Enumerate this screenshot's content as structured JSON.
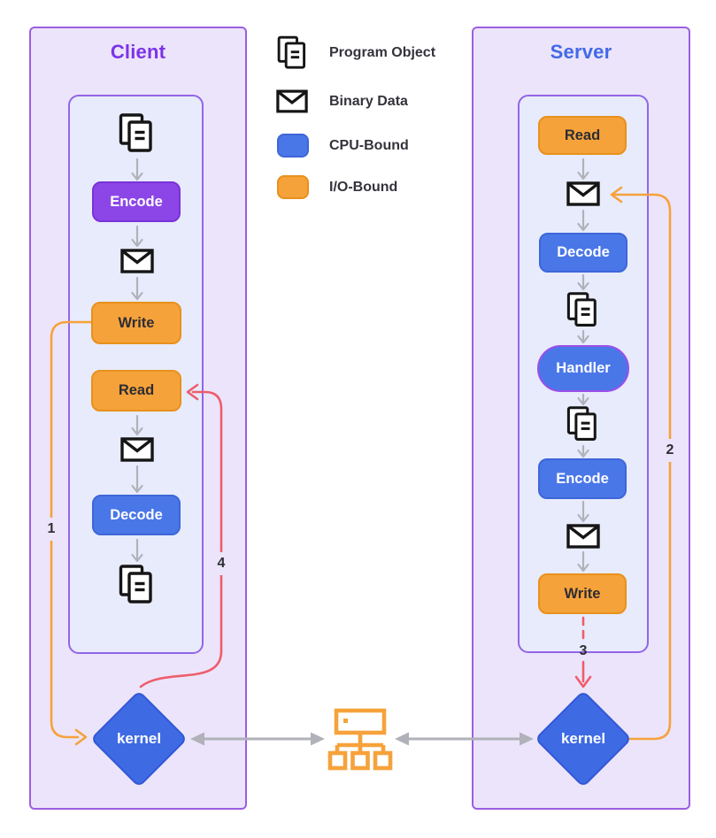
{
  "colors": {
    "page_bg": "#FFFFFF",
    "panel_bg": "#ECE4FA",
    "panel_border": "#9B5FE0",
    "flow_bg": "#E7EBFB",
    "flow_border": "#9265E8",
    "client_title": "#7C33E8",
    "server_title": "#4169E8",
    "purple_node": "#8C46E8",
    "blue_node": "#4A77E8",
    "orange_node": "#F6A23B",
    "diamond_fill": "#3E6AE3",
    "handler_border": "#9B4FE8",
    "gray": "#B1B1BA",
    "orange_line": "#F6A23B",
    "red_line": "#EE5D6C",
    "icon_black": "#151515",
    "text_dark": "#2D2D33"
  },
  "legend": {
    "items": [
      {
        "icon": "program-object-icon",
        "label": "Program Object"
      },
      {
        "icon": "binary-data-icon",
        "label": "Binary Data"
      },
      {
        "icon": "cpu-bound-swatch",
        "label": "CPU-Bound"
      },
      {
        "icon": "io-bound-swatch",
        "label": "I/O-Bound"
      }
    ]
  },
  "client": {
    "title": "Client",
    "encode": "Encode",
    "write": "Write",
    "read": "Read",
    "decode": "Decode",
    "kernel": "kernel"
  },
  "server": {
    "title": "Server",
    "read": "Read",
    "decode": "Decode",
    "handler": "Handler",
    "encode": "Encode",
    "write": "Write",
    "kernel": "kernel"
  },
  "steps": {
    "s1": "1",
    "s2": "2",
    "s3": "3",
    "s4": "4"
  }
}
